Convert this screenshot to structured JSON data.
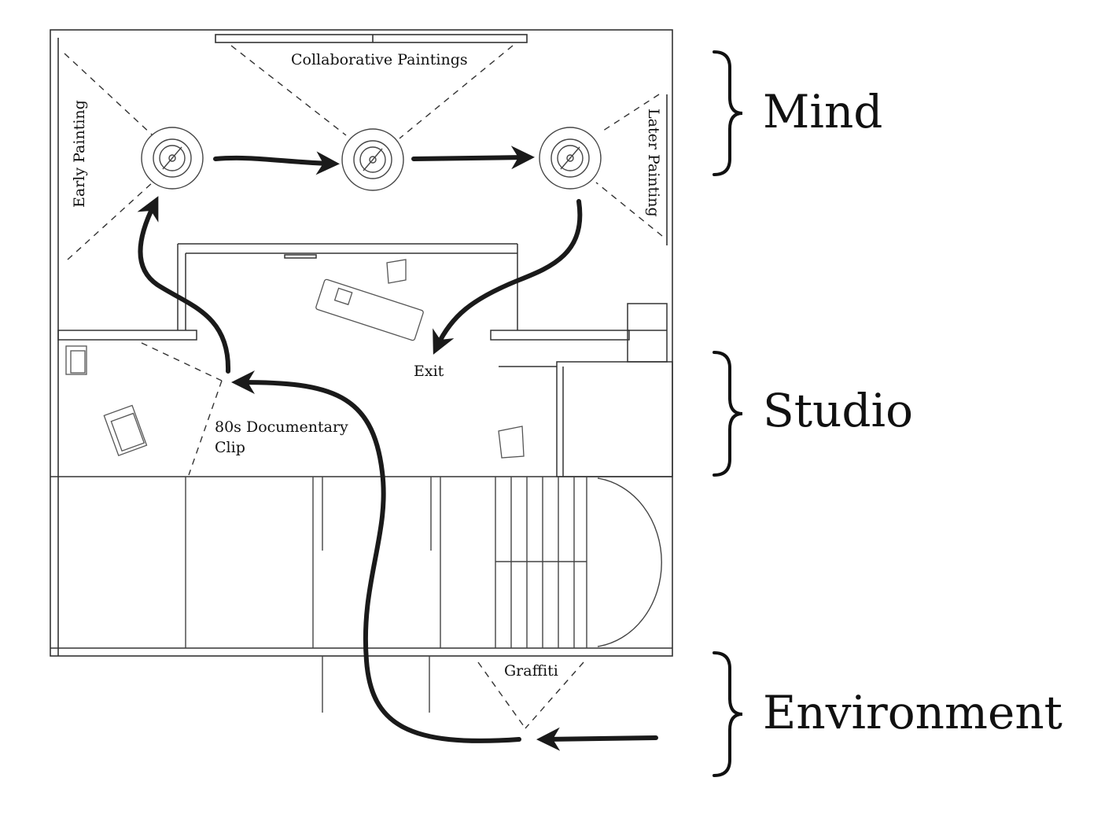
{
  "labels": {
    "collaborative": "Collaborative Paintings",
    "early": "Early Painting",
    "later": "Later Painting",
    "exit": "Exit",
    "documentary_line1": "80s Documentary",
    "documentary_line2": "Clip",
    "graffiti": "Graffiti"
  },
  "sections": {
    "mind": "Mind",
    "studio": "Studio",
    "environment": "Environment"
  },
  "colors": {
    "ink": "#111111",
    "line": "#333333",
    "arrow": "#1a1a1a"
  }
}
